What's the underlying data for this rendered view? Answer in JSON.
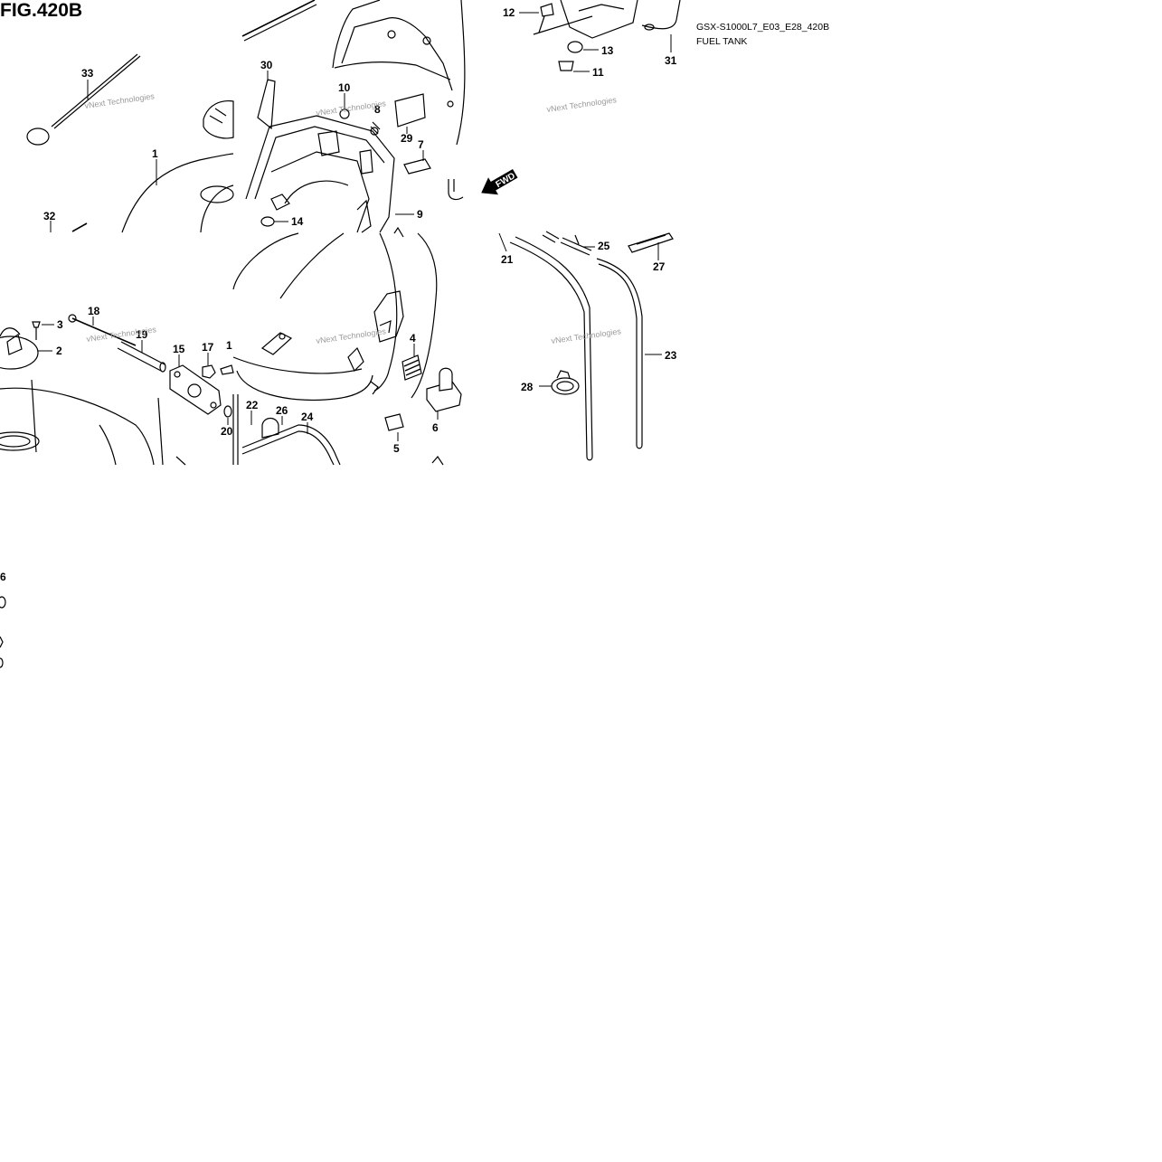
{
  "figure_title": "FIG.420B",
  "code": "GSX-S1000L7_E03_E28_420B",
  "subtitle": "FUEL TANK",
  "fwd": "FWD",
  "watermark": "vNext Technologies",
  "labels": {
    "p1": "1",
    "p2": "2",
    "p3": "3",
    "p4": "4",
    "p5": "5",
    "p6": "6",
    "p7": "7",
    "p8": "8",
    "p9": "9",
    "p10": "10",
    "p11": "11",
    "p12": "12",
    "p13": "13",
    "p14": "14",
    "p15": "15",
    "p16": "1",
    "p17": "17",
    "p18": "18",
    "p19": "19",
    "p20": "20",
    "p21": "21",
    "p22": "22",
    "p23": "23",
    "p24": "24",
    "p25": "25",
    "p26": "26",
    "p27": "27",
    "p28": "28",
    "p29": "29",
    "p30": "30",
    "p31": "31",
    "p32": "32",
    "p33": "33",
    "edge6": "6"
  }
}
